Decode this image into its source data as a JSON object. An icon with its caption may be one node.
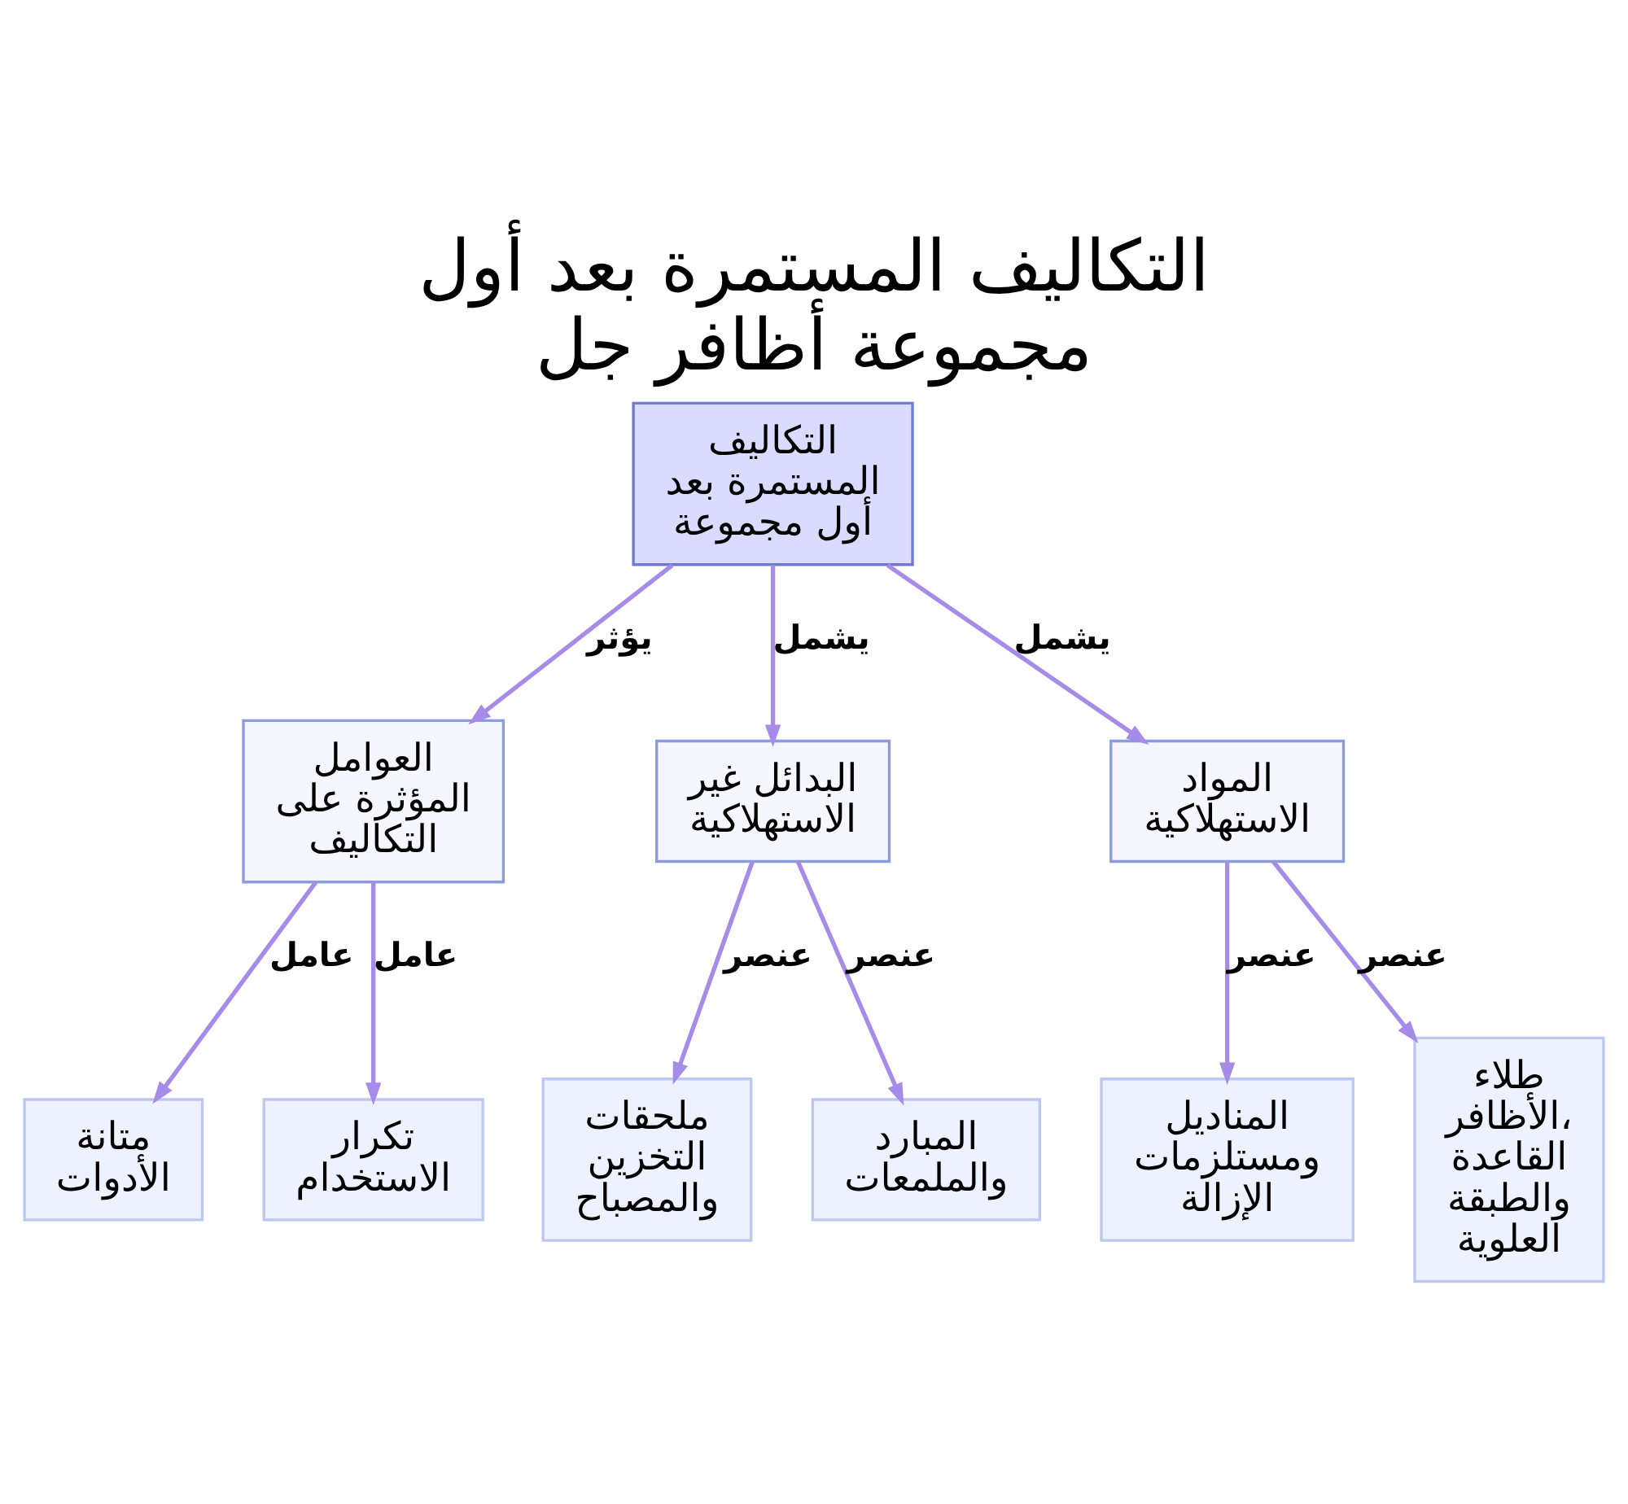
{
  "diagram": {
    "title": "التكاليف المستمرة بعد أول مجموعة أظافر جل",
    "nodes": [
      {
        "text": [
          "التكاليف المستمرة بعد أول مجموعة"
        ]
      },
      {
        "text": [
          "العوامل المؤثرة على التكاليف"
        ]
      },
      {
        "text": [
          "البدائل غير الاستهلاكية"
        ]
      },
      {
        "text": [
          "المواد الاستهلاكية"
        ]
      },
      {
        "text": [
          "متانة الأدوات"
        ]
      },
      {
        "text": [
          "تكرار الاستخدام"
        ]
      },
      {
        "text": [
          "ملحقات التخزين والمصباح"
        ]
      },
      {
        "text": [
          "المبارد والملمعات"
        ]
      },
      {
        "text": [
          "المناديل ومستلزمات الإزالة"
        ]
      },
      {
        "text": [
          "طلاء الأظافر، القاعدة والطبقة العلوية"
        ]
      }
    ],
    "edges": [
      {
        "from": 0,
        "to": 1,
        "arrow": "to",
        "label": "يؤثر"
      },
      {
        "from": 0,
        "to": 2,
        "arrow": "to",
        "label": "يشمل"
      },
      {
        "from": 0,
        "to": 3,
        "arrow": "to",
        "label": "يشمل"
      },
      {
        "from": 1,
        "to": 4,
        "arrow": "to",
        "label": "عامل"
      },
      {
        "from": 1,
        "to": 5,
        "arrow": "to",
        "label": "عامل"
      },
      {
        "from": 2,
        "to": 6,
        "arrow": "to",
        "label": "عنصر"
      },
      {
        "from": 2,
        "to": 7,
        "arrow": "to",
        "label": "عنصر"
      },
      {
        "from": 3,
        "to": 8,
        "arrow": "to",
        "label": "عنصر"
      },
      {
        "from": 3,
        "to": 9,
        "arrow": "to",
        "label": "عنصر"
      }
    ]
  }
}
